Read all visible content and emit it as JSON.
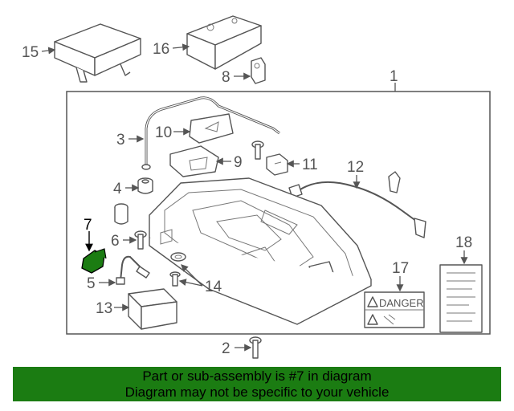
{
  "diagram": {
    "callouts": {
      "c1": "1",
      "c2": "2",
      "c3": "3",
      "c4": "4",
      "c5": "5",
      "c6": "6",
      "c7": "7",
      "c8": "8",
      "c9": "9",
      "c10": "10",
      "c11": "11",
      "c12": "12",
      "c13": "13",
      "c14": "14",
      "c15": "15",
      "c16": "16",
      "c17": "17",
      "c18": "18"
    },
    "danger_label": "DANGER",
    "highlight_color": "#1b7c12",
    "highlighted_part": "7"
  },
  "banner": {
    "line1": "Part or sub-assembly is #7 in diagram",
    "line2": "Diagram may not be specific to your vehicle",
    "background": "#1b7c12"
  }
}
